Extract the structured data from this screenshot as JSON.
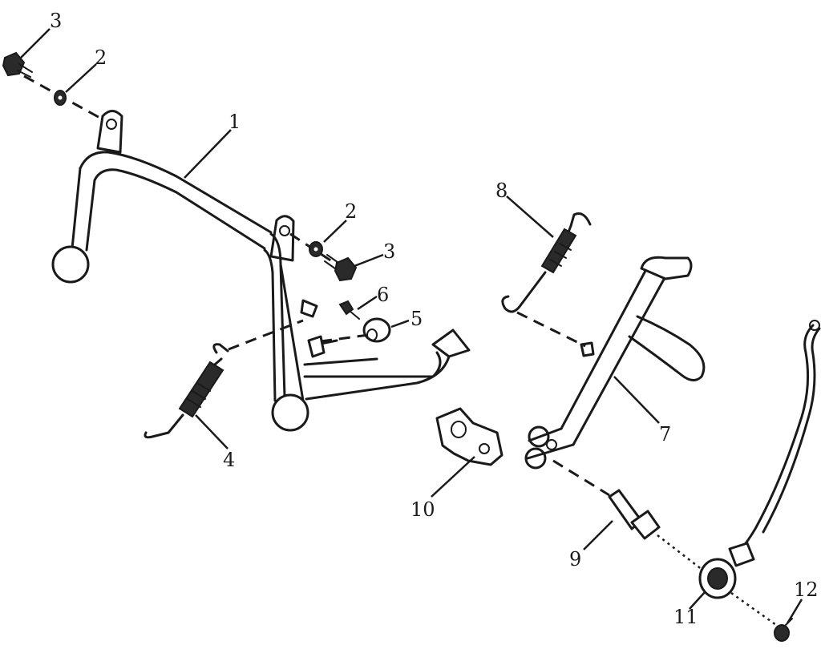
{
  "callouts": {
    "c3a": "3",
    "c2a": "2",
    "c1": "1",
    "c2b": "2",
    "c3b": "3",
    "c6": "6",
    "c5": "5",
    "c4": "4",
    "c8": "8",
    "c7": "7",
    "c10": "10",
    "c9": "9",
    "c11": "11",
    "c12": "12"
  },
  "icons": {
    "main-stand": "u-shaped tubular stand",
    "side-stand": "kickstand arm",
    "springs": "coil springs",
    "bolts": "hex bolts",
    "washers": "flat washers",
    "plate": "mounting plate",
    "switch": "side stand switch with cable"
  },
  "colors": {
    "ink": "#1a1a1a",
    "paper": "#ffffff"
  }
}
